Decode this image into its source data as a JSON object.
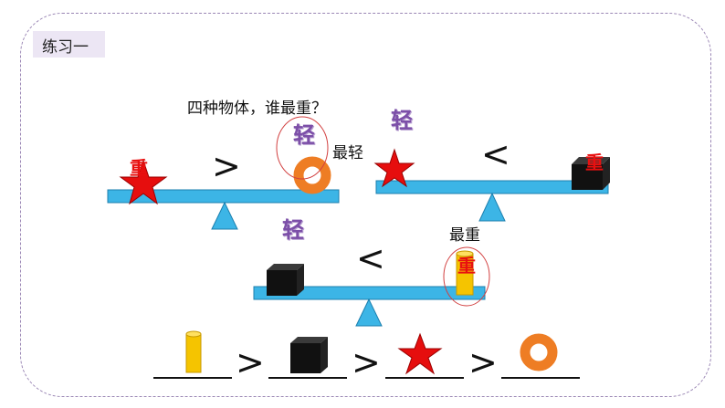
{
  "tag": {
    "label": "练习一"
  },
  "question": "四种物体，谁最重？",
  "labels": {
    "light": "轻",
    "heavy": "重",
    "lightest": "最轻",
    "heaviest": "最重"
  },
  "symbols": {
    "greater": ">",
    "less": "<"
  },
  "colors": {
    "beam": "#3cb5e6",
    "ring": "#ee7d24",
    "star": "#e60e0e",
    "cube": "#111111",
    "cylinder": "#f5c400",
    "circle": "#d24040",
    "frame": "#9a86b4"
  }
}
